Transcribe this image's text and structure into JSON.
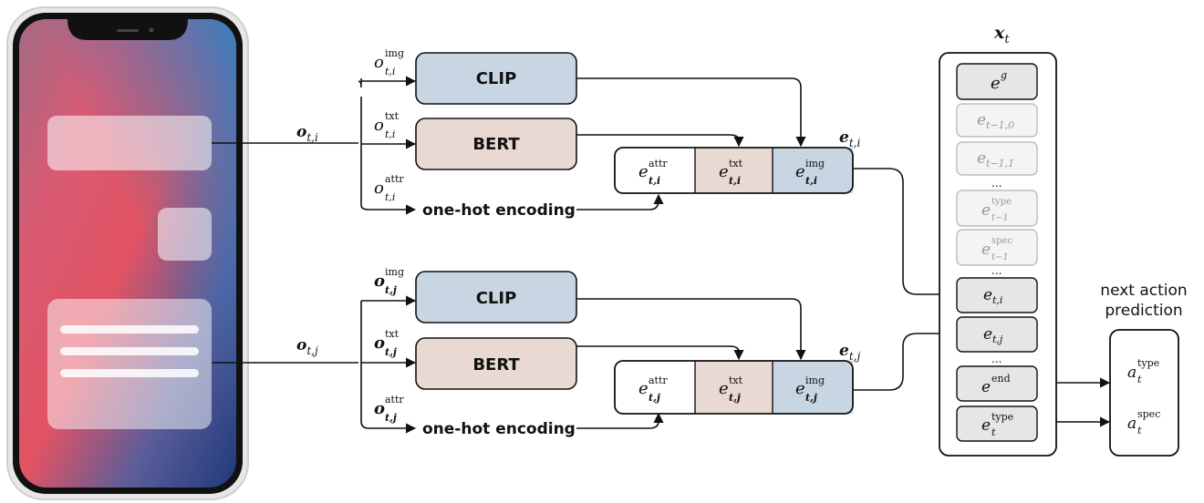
{
  "colors": {
    "clip": "#c8d6e3",
    "bert": "#e8d9d2",
    "attr": "#ffffff",
    "slot": "#e6e6e6",
    "faded": "#f4f4f4"
  },
  "icons": [
    "smartphone-icon"
  ],
  "top_branch": {
    "obs": {
      "base": "o",
      "sub": "t,i"
    },
    "inputs": [
      {
        "base": "o",
        "sup": "img",
        "sub": "t,i"
      },
      {
        "base": "o",
        "sup": "txt",
        "sub": "t,i"
      },
      {
        "base": "o",
        "sup": "attr",
        "sub": "t,i"
      }
    ],
    "clip_label": "CLIP",
    "bert_label": "BERT",
    "onehot_label": "one-hot encoding",
    "concat_cells": [
      {
        "base": "e",
        "sup": "attr",
        "sub": "t,i"
      },
      {
        "base": "e",
        "sup": "txt",
        "sub": "t,i"
      },
      {
        "base": "e",
        "sup": "img",
        "sub": "t,i"
      }
    ],
    "concat_label": {
      "base": "e",
      "sub": "t,i"
    }
  },
  "bottom_branch": {
    "obs": {
      "base": "o",
      "sub": "t,j"
    },
    "inputs": [
      {
        "base": "o",
        "sup": "img",
        "sub": "t,j"
      },
      {
        "base": "o",
        "sup": "txt",
        "sub": "t,j"
      },
      {
        "base": "o",
        "sup": "attr",
        "sub": "t,j"
      }
    ],
    "clip_label": "CLIP",
    "bert_label": "BERT",
    "onehot_label": "one-hot encoding",
    "concat_cells": [
      {
        "base": "e",
        "sup": "attr",
        "sub": "t,j"
      },
      {
        "base": "e",
        "sup": "txt",
        "sub": "t,j"
      },
      {
        "base": "e",
        "sup": "img",
        "sub": "t,j"
      }
    ],
    "concat_label": {
      "base": "e",
      "sub": "t,j"
    }
  },
  "sequence": {
    "title": {
      "base": "x",
      "sub": "t"
    },
    "ellipsis": "...",
    "items": [
      {
        "base": "e",
        "sup": "g",
        "sub": "",
        "faded": false
      },
      {
        "base": "e",
        "sup": "",
        "sub": "t−1,0",
        "faded": true
      },
      {
        "base": "e",
        "sup": "",
        "sub": "t−1,1",
        "faded": true
      },
      {
        "base": "e",
        "sup": "type",
        "sub": "t−1",
        "faded": true
      },
      {
        "base": "e",
        "sup": "spec",
        "sub": "t−1",
        "faded": true
      },
      {
        "base": "e",
        "sup": "",
        "sub": "t,i",
        "faded": false
      },
      {
        "base": "e",
        "sup": "",
        "sub": "t,j",
        "faded": false
      },
      {
        "base": "e",
        "sup": "end",
        "sub": "",
        "faded": false
      },
      {
        "base": "e",
        "sup": "type",
        "sub": "t",
        "faded": false
      }
    ]
  },
  "prediction": {
    "title_line1": "next action",
    "title_line2": "prediction",
    "outputs": [
      {
        "base": "a",
        "sup": "type",
        "sub": "t"
      },
      {
        "base": "a",
        "sup": "spec",
        "sub": "t"
      }
    ]
  }
}
